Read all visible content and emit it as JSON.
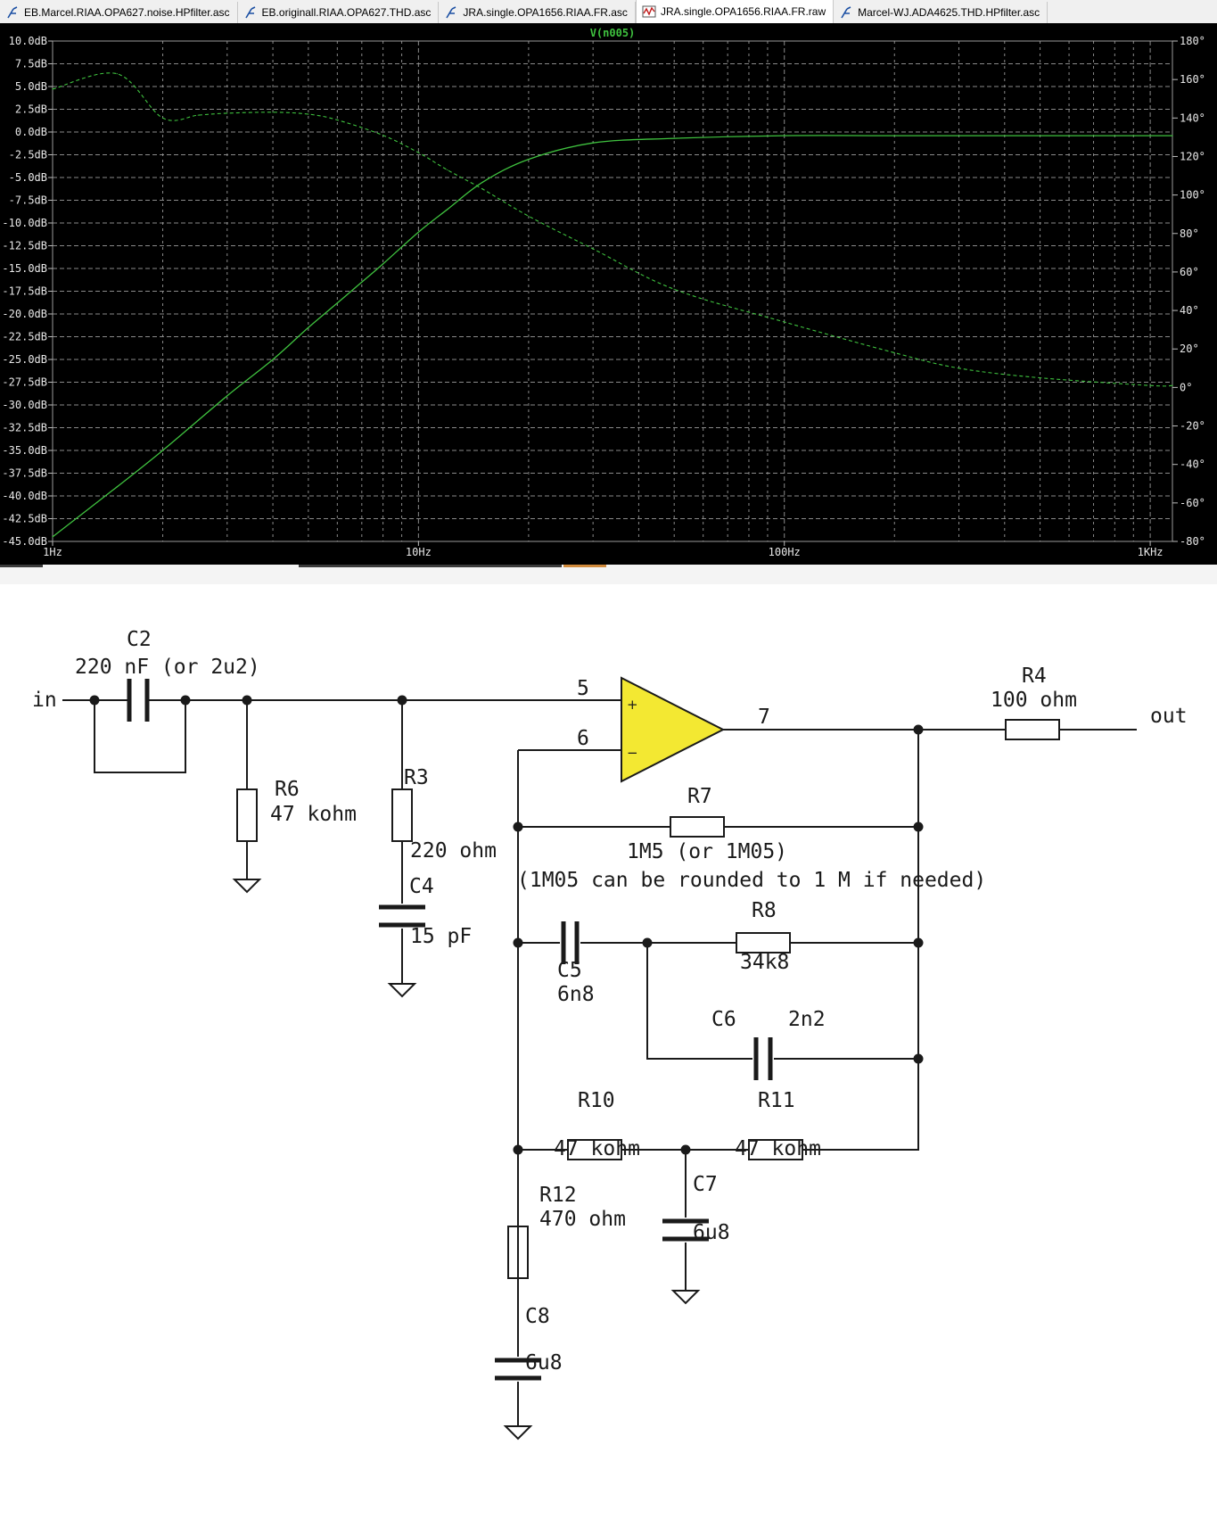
{
  "tabs": [
    {
      "label": "EB.Marcel.RIAA.OPA627.noise.HPfilter.asc",
      "icon": "schematic-icon",
      "active": false
    },
    {
      "label": "EB.originall.RIAA.OPA627.THD.asc",
      "icon": "schematic-icon",
      "active": false
    },
    {
      "label": "JRA.single.OPA1656.RIAA.FR.asc",
      "icon": "schematic-icon",
      "active": false
    },
    {
      "label": "JRA.single.OPA1656.RIAA.FR.raw",
      "icon": "waveform-icon",
      "active": true
    },
    {
      "label": "Marcel-WJ.ADA4625.THD.HPfilter.asc",
      "icon": "schematic-icon",
      "active": false
    }
  ],
  "colors": {
    "trace": "#3fc23f",
    "grid": "#8a8a8a",
    "plot_bg": "#000000",
    "opamp_fill": "#f3e832"
  },
  "chart_data": {
    "type": "line",
    "title": "V(n005)",
    "x_scale": "log",
    "xlim": [
      1,
      1150
    ],
    "x_ticks": [
      {
        "v": 1,
        "label": "1Hz"
      },
      {
        "v": 10,
        "label": "10Hz"
      },
      {
        "v": 100,
        "label": "100Hz"
      },
      {
        "v": 1000,
        "label": "1KHz"
      }
    ],
    "ylim": [
      -45,
      10
    ],
    "y_ticks": [
      "10.0dB",
      "7.5dB",
      "5.0dB",
      "2.5dB",
      "0.0dB",
      "-2.5dB",
      "-5.0dB",
      "-7.5dB",
      "-10.0dB",
      "-12.5dB",
      "-15.0dB",
      "-17.5dB",
      "-20.0dB",
      "-22.5dB",
      "-25.0dB",
      "-27.5dB",
      "-30.0dB",
      "-32.5dB",
      "-35.0dB",
      "-37.5dB",
      "-40.0dB",
      "-42.5dB",
      "-45.0dB"
    ],
    "y2lim": [
      -80,
      180
    ],
    "y2_ticks": [
      "180°",
      "160°",
      "140°",
      "120°",
      "100°",
      "80°",
      "60°",
      "40°",
      "20°",
      "0°",
      "-20°",
      "-40°",
      "-60°",
      "-80°"
    ],
    "grid": true,
    "series": [
      {
        "name": "magnitude",
        "axis": "left",
        "style": "solid",
        "x": [
          1,
          1.5,
          2,
          3,
          4,
          5,
          6,
          7,
          8,
          10,
          12,
          15,
          20,
          30,
          50,
          100,
          200,
          500,
          1000,
          1150
        ],
        "y": [
          -44.5,
          -39,
          -35,
          -29,
          -25,
          -21.5,
          -18.8,
          -16.5,
          -14.5,
          -11,
          -8.5,
          -5.5,
          -3,
          -1.2,
          -0.7,
          -0.4,
          -0.4,
          -0.4,
          -0.4,
          -0.4
        ]
      },
      {
        "name": "phase",
        "axis": "right",
        "style": "dashed",
        "x": [
          1,
          1.5,
          2,
          2.5,
          3,
          4,
          5,
          6,
          8,
          10,
          12,
          15,
          20,
          30,
          50,
          100,
          200,
          300,
          500,
          1000,
          1150
        ],
        "y": [
          155,
          163,
          140,
          141.5,
          142.5,
          143,
          142,
          139,
          131,
          122,
          113,
          103,
          89,
          72,
          51,
          34,
          18,
          10,
          5,
          1,
          1
        ]
      }
    ]
  },
  "schematic": {
    "input_label": "in",
    "output_label": "out",
    "c2": {
      "ref": "C2",
      "value": "220 nF (or 2u2)"
    },
    "r6": {
      "ref": "R6",
      "value": "47 kohm"
    },
    "r3": {
      "ref": "R3",
      "value": "220 ohm"
    },
    "c4": {
      "ref": "C4",
      "value": "15 pF"
    },
    "pin5": "5",
    "pin6": "6",
    "pin7": "7",
    "plus": "+",
    "minus": "−",
    "r4": {
      "ref": "R4",
      "value": "100 ohm"
    },
    "r7": {
      "ref": "R7",
      "value": "1M5 (or 1M05)",
      "note": "(1M05 can be rounded to 1 M if needed)"
    },
    "c5": {
      "ref": "C5",
      "value": "6n8"
    },
    "r8": {
      "ref": "R8",
      "value": "34k8"
    },
    "c6": {
      "ref": "C6",
      "value": "2n2"
    },
    "r10": {
      "ref": "R10",
      "value": "47 kohm"
    },
    "r11": {
      "ref": "R11",
      "value": "47 kohm"
    },
    "r12": {
      "ref": "R12",
      "value": "470 ohm"
    },
    "c7": {
      "ref": "C7",
      "value": "6u8"
    },
    "c8": {
      "ref": "C8",
      "value": "6u8"
    }
  }
}
